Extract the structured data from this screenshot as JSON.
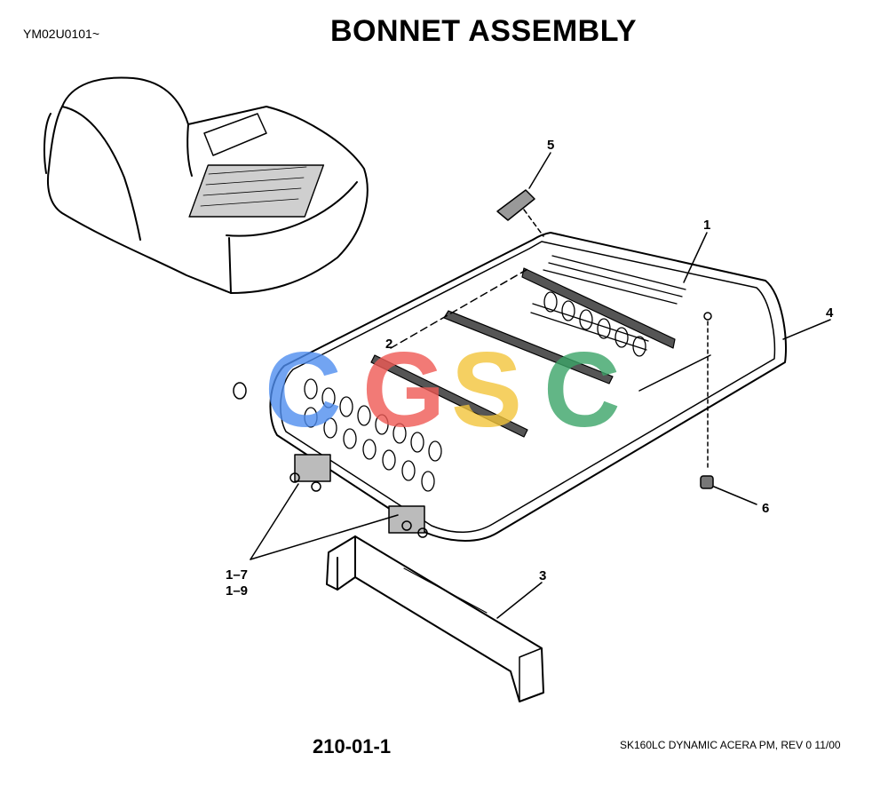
{
  "header": {
    "doc_code": "YM02U0101~",
    "title": "BONNET ASSEMBLY"
  },
  "callouts": {
    "c1": "1",
    "c2": "2",
    "c3": "3",
    "c4": "4",
    "c5": "5",
    "c6": "6",
    "c17": "1–7",
    "c19": "1–9"
  },
  "watermark": {
    "text": "CGSC",
    "colors": [
      "#4f8ef0",
      "#ef5a55",
      "#f3c53b",
      "#3ca568"
    ]
  },
  "footer": {
    "page_number": "210-01-1",
    "model_rev": "SK160LC DYNAMIC ACERA PM,  REV 0 11/00"
  }
}
